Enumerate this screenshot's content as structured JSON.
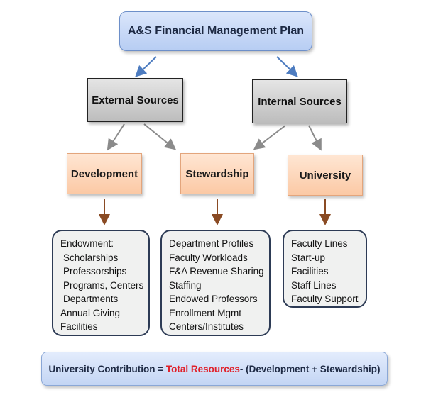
{
  "title": "A&S Financial Management Plan",
  "sources": {
    "external": "External Sources",
    "internal": "Internal Sources"
  },
  "categories": {
    "development": "Development",
    "stewardship": "Stewardship",
    "university": "University"
  },
  "development_items": [
    "Endowment:",
    "Scholarships",
    "Professorships",
    "Programs, Centers",
    "Departments",
    "Annual Giving",
    "Facilities"
  ],
  "stewardship_items": [
    "Department Profiles",
    "Faculty Workloads",
    "F&A Revenue Sharing",
    "Staffing",
    "Endowed Professors",
    "Enrollment Mgmt",
    "Centers/Institutes"
  ],
  "university_items": [
    "Faculty Lines",
    "Start-up",
    "Facilities",
    "Staff Lines",
    "Faculty Support"
  ],
  "formula": {
    "prefix": "University Contribution = ",
    "highlight": "Total Resources",
    "suffix": "- (Development + Stewardship)"
  },
  "colors": {
    "blue_arrow": "#4d7cc0",
    "gray_arrow": "#8b8b8b",
    "brown_arrow": "#8a4b24",
    "highlight": "#e0202a"
  }
}
